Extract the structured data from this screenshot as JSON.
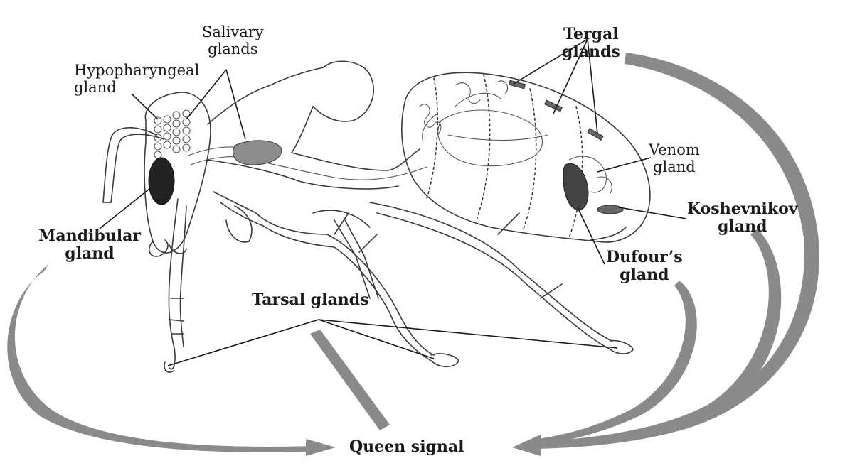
{
  "labels": {
    "salivary": [
      "Salivary",
      "glands"
    ],
    "hypopharyngeal": [
      "Hypopharyngeal",
      "gland"
    ],
    "mandibular": [
      "Mandibular",
      "gland"
    ],
    "tergal": [
      "Tergal",
      "glands"
    ],
    "venom": [
      "Venom",
      "gland"
    ],
    "koshevnikov": [
      "Koshevnikov",
      "gland"
    ],
    "dufour": [
      "Dufour’s",
      "gland"
    ],
    "tarsal": "Tarsal glands",
    "queen_signal": "Queen signal"
  },
  "colors": {
    "arrow": "#8a8a8a",
    "outline": "#3a3a3a",
    "text": "#1a1a1a",
    "gland_dark": "#222222"
  }
}
